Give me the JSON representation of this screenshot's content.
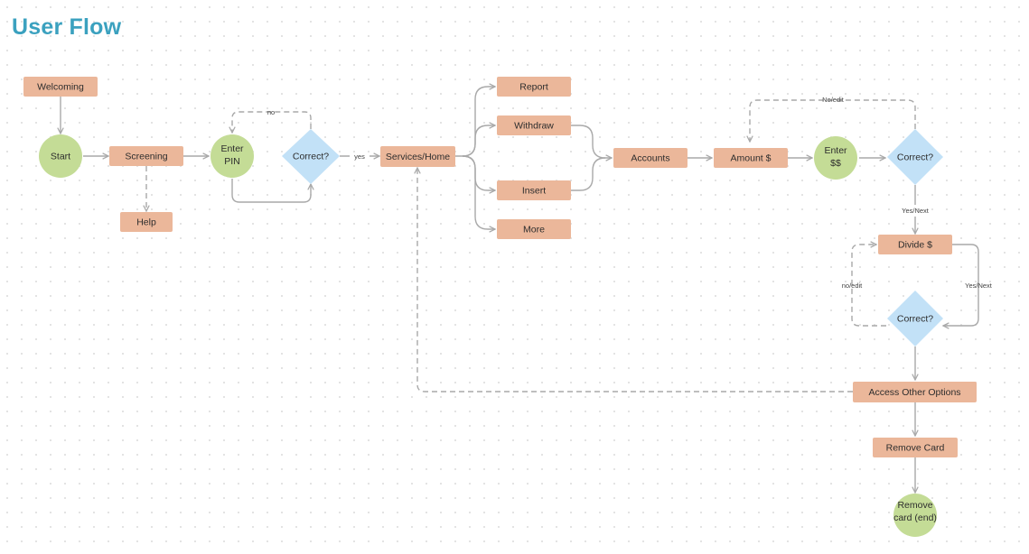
{
  "title": "User Flow",
  "colors": {
    "title": "#3ba1bf",
    "process": "#ebb79a",
    "terminal": "#c4dc96",
    "decision": "#c2e1f7",
    "connector": "#a9a9a9"
  },
  "nodes": {
    "welcoming": "Welcoming",
    "start": "Start",
    "screening": "Screening",
    "help": "Help",
    "enter_pin": [
      "Enter",
      "PIN"
    ],
    "correct_pin": "Correct?",
    "services_home": "Services/Home",
    "report": "Report",
    "withdraw": "Withdraw",
    "insert": "Insert",
    "more": "More",
    "accounts": "Accounts",
    "amount": "Amount $",
    "enter_amount": [
      "Enter",
      "$$"
    ],
    "correct_amount": "Correct?",
    "divide": "Divide $",
    "correct_divide": "Correct?",
    "access_other_options": "Access Other Options",
    "remove_card": "Remove Card",
    "remove_card_end": [
      "Remove",
      "card (end)"
    ]
  },
  "edge_labels": {
    "pin_no": "no",
    "pin_yes": "yes",
    "amount_no_edit": "No/edit",
    "amount_yes_next": "Yes/Next",
    "divide_no_edit": "no/edit",
    "divide_yes_next": "Yes/Next"
  }
}
